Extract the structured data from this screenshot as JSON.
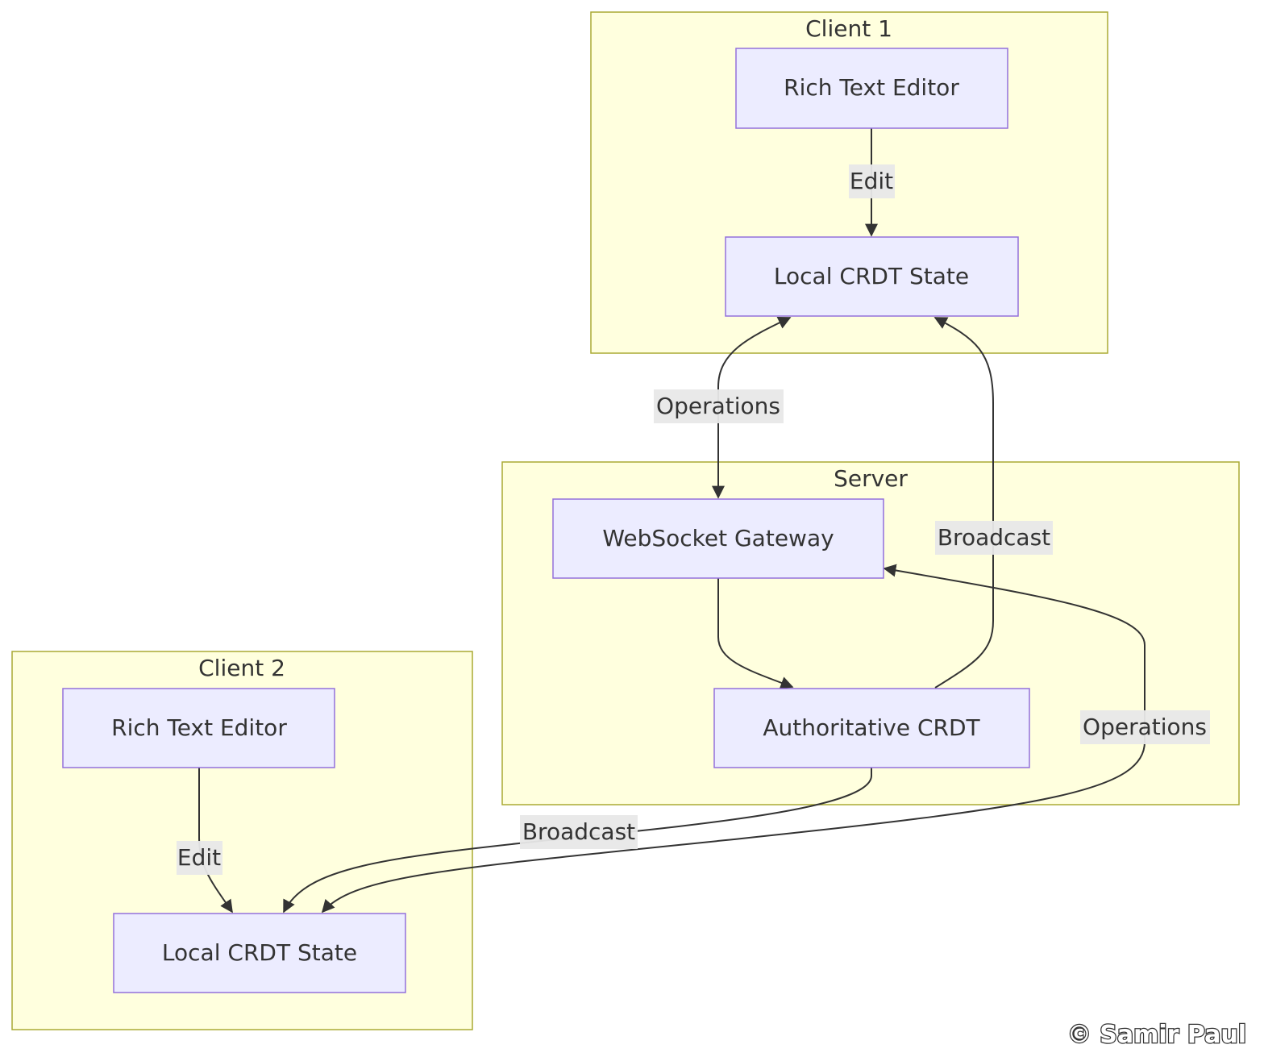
{
  "clusters": {
    "client1": {
      "label": "Client 1"
    },
    "server": {
      "label": "Server"
    },
    "client2": {
      "label": "Client 2"
    }
  },
  "nodes": {
    "c1_editor": {
      "label": "Rich Text Editor"
    },
    "c1_state": {
      "label": "Local CRDT State"
    },
    "gateway": {
      "label": "WebSocket Gateway"
    },
    "auth_crdt": {
      "label": "Authoritative CRDT"
    },
    "c2_editor": {
      "label": "Rich Text Editor"
    },
    "c2_state": {
      "label": "Local CRDT State"
    }
  },
  "edges": {
    "c1_edit": {
      "label": "Edit"
    },
    "c1_operations": {
      "label": "Operations"
    },
    "c1_broadcast": {
      "label": "Broadcast"
    },
    "c2_operations": {
      "label": "Operations"
    },
    "c2_edit": {
      "label": "Edit"
    },
    "c2_broadcast": {
      "label": "Broadcast"
    }
  },
  "colors": {
    "cluster_fill": "#ffffde",
    "cluster_stroke": "#aaaa33",
    "node_fill": "#ececff",
    "node_stroke": "#9370db",
    "edge": "#333333",
    "edge_label_bg": "#e8e8e8",
    "text": "#333333"
  },
  "watermark": {
    "text": "© Samir Paul"
  }
}
